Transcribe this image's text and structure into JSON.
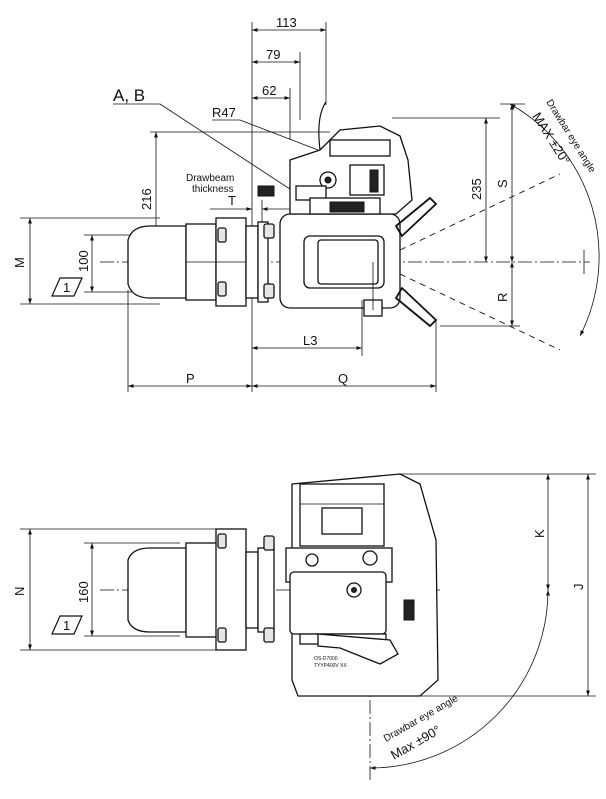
{
  "top_view": {
    "dim_113": "113",
    "dim_79": "79",
    "dim_62": "62",
    "label_ab": "A, B",
    "label_r47": "R47",
    "drawbeam_line1": "Drawbeam",
    "drawbeam_line2": "thickness",
    "dim_t": "T",
    "dim_216": "216",
    "dim_235": "235",
    "dim_s": "S",
    "dim_m": "M",
    "dim_100": "100",
    "dim_r": "R",
    "dim_l3": "L3",
    "dim_p": "P",
    "dim_q": "Q",
    "marker_1": "1",
    "angle_line1": "Drawbar eye angle",
    "angle_line2": "MAX ±20°"
  },
  "bottom_view": {
    "dim_n": "N",
    "dim_160": "160",
    "dim_k": "K",
    "dim_j": "J",
    "marker_1": "1",
    "plate_line1": "OS-D7000",
    "plate_line2": "TYYP400V XX",
    "angle_line1": "Drawbar eye angle",
    "angle_line2": "Max ±90°"
  }
}
